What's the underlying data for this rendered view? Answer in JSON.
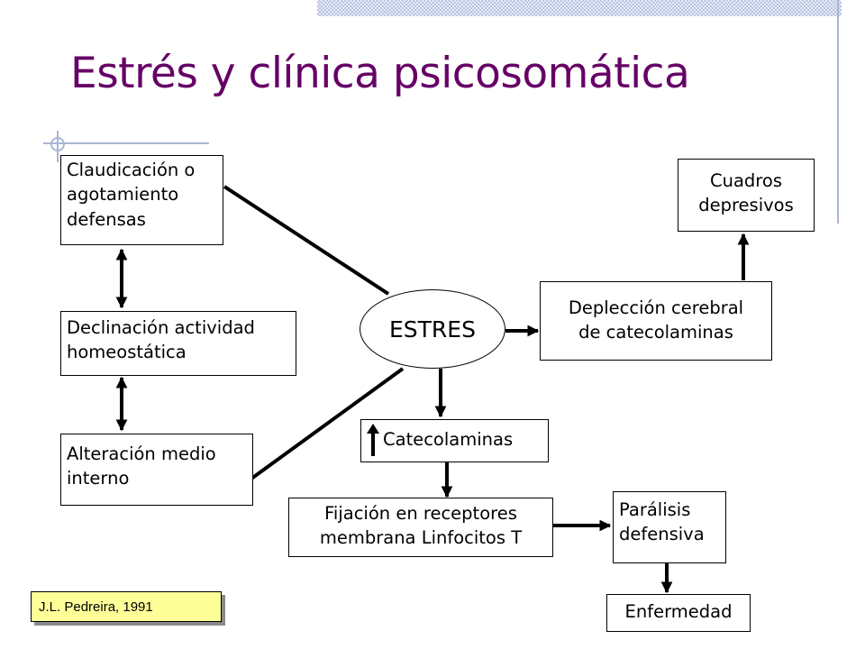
{
  "slide": {
    "title": "Estrés y clínica psicosomática",
    "title_color": "#660066"
  },
  "nodes": {
    "claudicacion": "Claudicación o\nagotamiento\ndefensas",
    "declinacion": "Declinación actividad\nhomeostática",
    "alteracion": "Alteración medio\ninterno",
    "estres": "ESTRES",
    "cuadros": "Cuadros\ndepresivos",
    "deplecion": "Deplección cerebral\nde catecolaminas",
    "catecolaminas": "Catecolaminas",
    "fijacion": "Fijación en receptores\nmembrana Linfocitos T",
    "paralisis": "Parálisis\ndefensiva",
    "enfermedad": "Enfermedad"
  },
  "citation": {
    "text": "J.L. Pedreira, 1991",
    "background": "#ffff99"
  }
}
